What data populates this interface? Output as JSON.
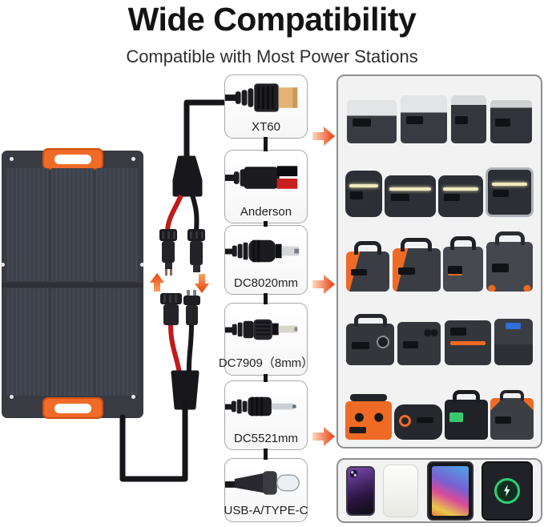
{
  "header": {
    "title": "Wide Compatibility",
    "subtitle": "Compatible with Most Power Stations"
  },
  "solar_panel": {
    "description": "foldable solar panel with orange carry handles"
  },
  "connectors": [
    {
      "label": "XT60"
    },
    {
      "label": "Anderson"
    },
    {
      "label": "DC8020mm"
    },
    {
      "label": "DC7909（8mm）"
    },
    {
      "label": "DC5521mm"
    },
    {
      "label": "USB-A/TYPE-C"
    }
  ],
  "compatibility": {
    "power_station_rows": [
      {
        "name": "white-top portable power stations",
        "count": 4
      },
      {
        "name": "dark power stations with light bar",
        "count": 4
      },
      {
        "name": "orange accent power stations with handles",
        "count": 4
      },
      {
        "name": "dark gray power station cubes",
        "count": 4
      },
      {
        "name": "compact orange portable generators",
        "count": 4
      }
    ],
    "devices": [
      "smartphone",
      "power bank",
      "tablet",
      "tablet wireless charging"
    ]
  },
  "colors": {
    "accent_orange": "#f0641e",
    "arrow_head": "#e63d10",
    "arrow_tail": "#ffd8bd",
    "cable_black": "#17171c",
    "cable_red": "#c01a1a",
    "panel_frame": "#383b41",
    "box_border": "#8f8f8f",
    "box_fill": "#f2f2f2",
    "xt60_tip": "#e2b276"
  }
}
